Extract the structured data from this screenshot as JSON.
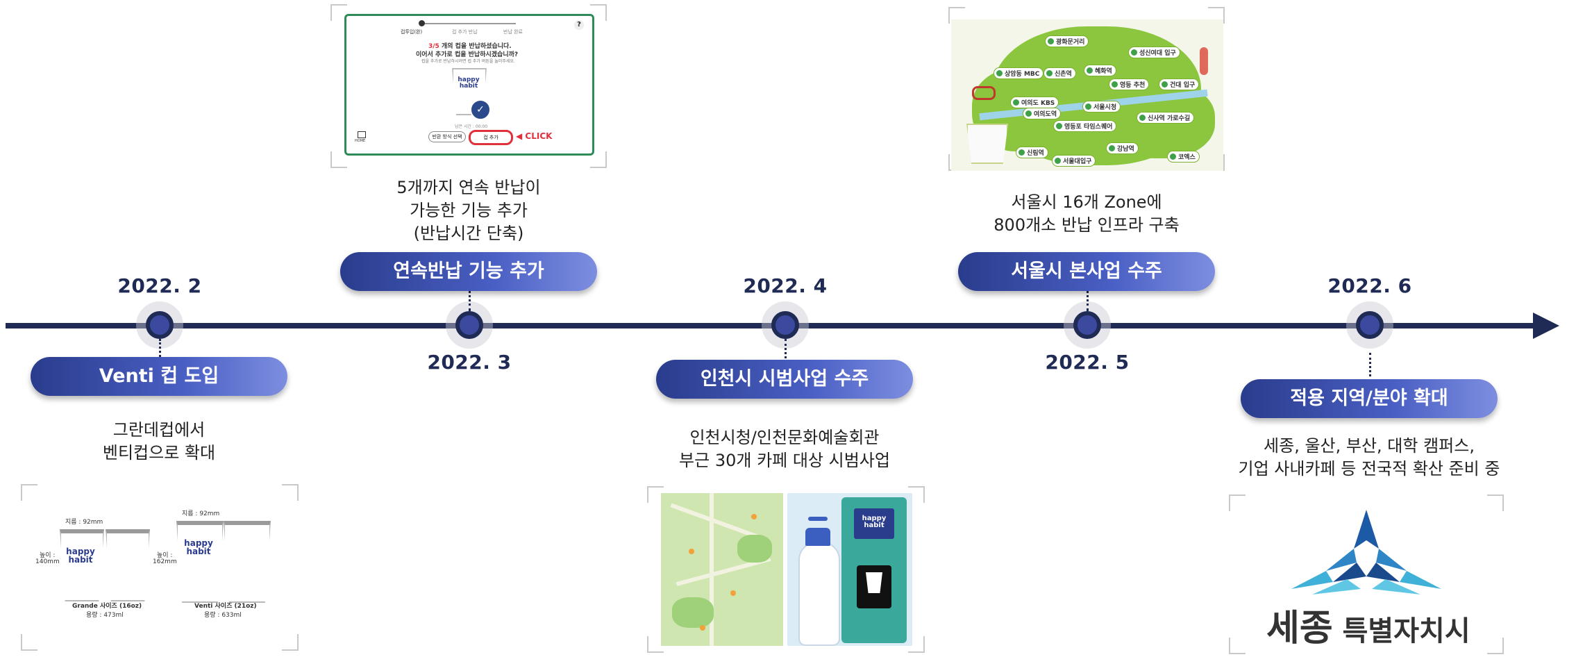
{
  "timeline": {
    "events": [
      {
        "date": "2022. 2",
        "title": "Venti 컵 도입",
        "desc": [
          "그란데컵에서",
          "벤티컵으로 확대"
        ]
      },
      {
        "date": "2022. 3",
        "title": "연속반납 기능 추가",
        "desc": [
          "5개까지 연속 반납이",
          "가능한 기능 추가",
          "(반납시간 단축)"
        ]
      },
      {
        "date": "2022. 4",
        "title": "인천시 시범사업 수주",
        "desc": [
          "인천시청/인천문화예술회관",
          "부근 30개 카페 대상 시범사업"
        ]
      },
      {
        "date": "2022. 5",
        "title": "서울시 본사업 수주",
        "desc": [
          "서울시 16개 Zone에",
          "800개소 반납 인프라 구축"
        ]
      },
      {
        "date": "2022. 6",
        "title": "적용 지역/분야 확대",
        "desc": [
          "세종, 울산, 부산, 대학 캠퍼스,",
          "기업 사내카페 등 전국적 확산 준비 중"
        ]
      }
    ]
  },
  "cups": {
    "grande": {
      "width": "지름 : 92mm",
      "height_label": "높이 :",
      "height": "140mm",
      "name": "Grande 사이즈 (16oz)",
      "volume": "용량 : 473ml"
    },
    "venti": {
      "width": "지름 : 92mm",
      "height_label": "높이 :",
      "height": "162mm",
      "name": "Venti 사이즈 (21oz)",
      "volume": "용량 : 633ml"
    },
    "logo_line1": "happy",
    "logo_line2": "habit"
  },
  "app_screen": {
    "steps": [
      "컵투입(완)",
      "컵 추가 반납",
      "반납 완료"
    ],
    "help": "?",
    "line1_count": "3/5",
    "line1_rest": " 개의 컵을 반납하셨습니다.",
    "line2": "이어서 추가로 컵을 반납하시겠습니까?",
    "line3": "컵을 추가로 반납하시려면 컵 추가 버튼을 눌러주세요.",
    "timer": "남은 시간 : 00:00",
    "btn_method": "반환 방식 선택",
    "btn_add": "컵 추가",
    "click": "◀ CLICK",
    "home": "HOME"
  },
  "seoul_map": {
    "labels": [
      "광화문거리",
      "성신여대 입구",
      "혜화역",
      "상암동 MBC",
      "신촌역",
      "건대 입구",
      "영등 추천",
      "여의도 KBS",
      "서울시청",
      "여의도역",
      "신사역 가로수길",
      "영등포 타임스퀘어",
      "신림역",
      "강남역",
      "서울대입구",
      "코엑스"
    ]
  },
  "sejong": {
    "name_big": "세종",
    "name_rest": " 특별자치시"
  },
  "colors": {
    "navy": "#1f2a55",
    "pill_start": "#2a3c8c",
    "pill_end": "#7d8ee0",
    "map_green": "#8cc63f",
    "kiosk_teal": "#3aa89a",
    "click_red": "#e0303c"
  }
}
